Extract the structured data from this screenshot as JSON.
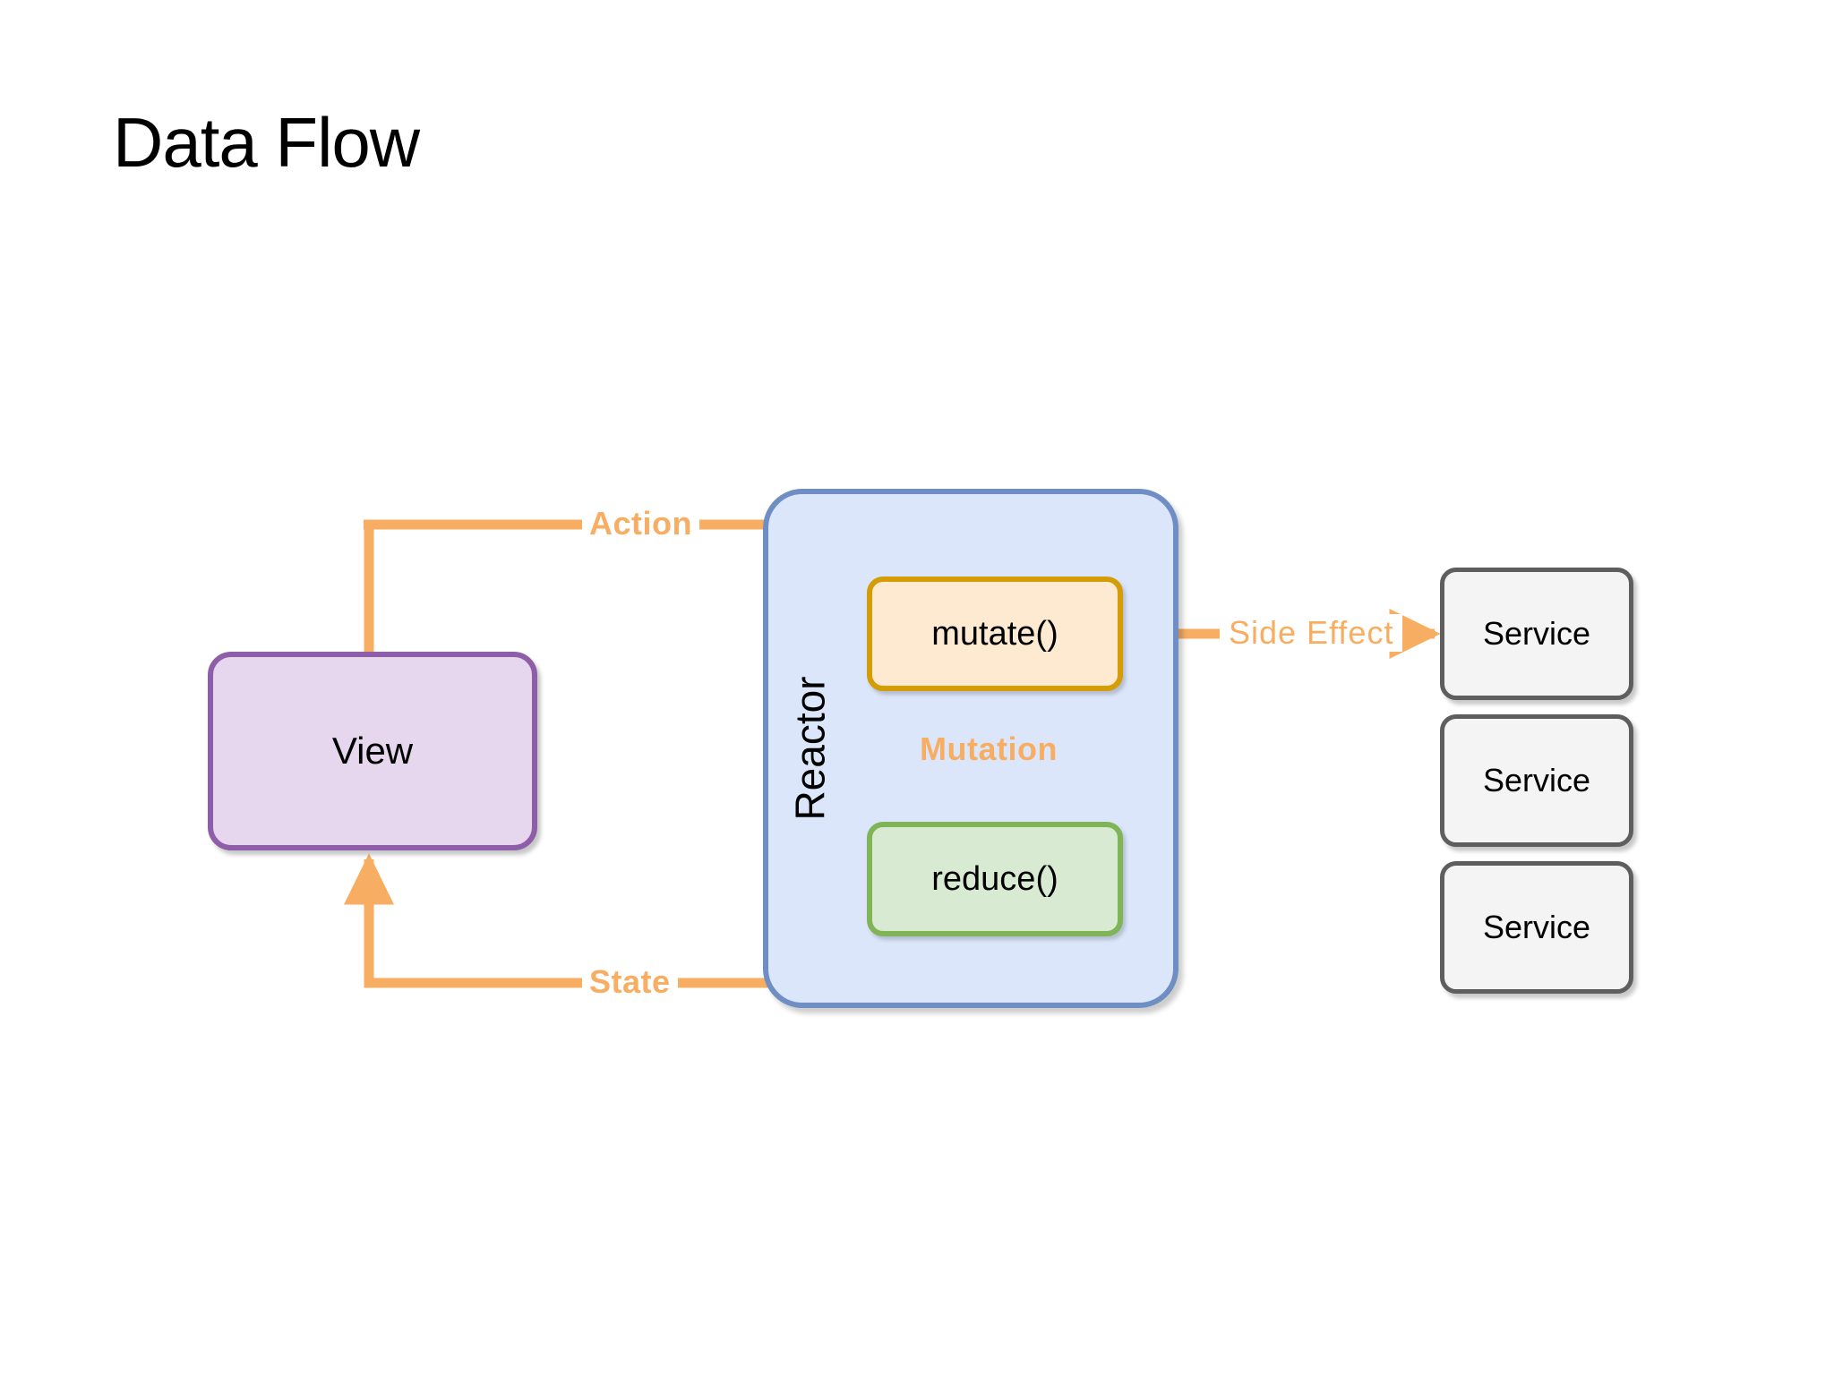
{
  "slide": {
    "title": "Data Flow",
    "background": "#FFFFFF"
  },
  "colors": {
    "arrow": "#F7AE63",
    "view_fill": "#E6D7EE",
    "view_border": "#8E5FA8",
    "reactor_fill": "#DCE6FA",
    "reactor_border": "#6F8FC4",
    "mutate_fill": "#FDEAD0",
    "mutate_border": "#D49C07",
    "reduce_fill": "#D9EAD2",
    "reduce_border": "#7FB457",
    "service_fill": "#F4F4F5",
    "service_border": "#5E5E5E"
  },
  "diagram": {
    "nodes": {
      "view": {
        "label": "View"
      },
      "reactor": {
        "label": "Reactor"
      },
      "mutate": {
        "label": "mutate()"
      },
      "reduce": {
        "label": "reduce()"
      },
      "services": [
        {
          "label": "Service"
        },
        {
          "label": "Service"
        },
        {
          "label": "Service"
        }
      ]
    },
    "edges": [
      {
        "id": "action",
        "label": "Action",
        "from": "View",
        "to": "mutate()",
        "style": "bold",
        "arrowheads": "end"
      },
      {
        "id": "mutation",
        "label": "Mutation",
        "from": "mutate()",
        "to": "reduce()",
        "style": "bold",
        "arrowheads": "end"
      },
      {
        "id": "state",
        "label": "State",
        "from": "reduce()",
        "to": "View",
        "style": "bold",
        "arrowheads": "end"
      },
      {
        "id": "side-effect",
        "label": "Side Effect",
        "from": "mutate()",
        "to": "Service",
        "style": "plain",
        "arrowheads": "both"
      }
    ]
  }
}
